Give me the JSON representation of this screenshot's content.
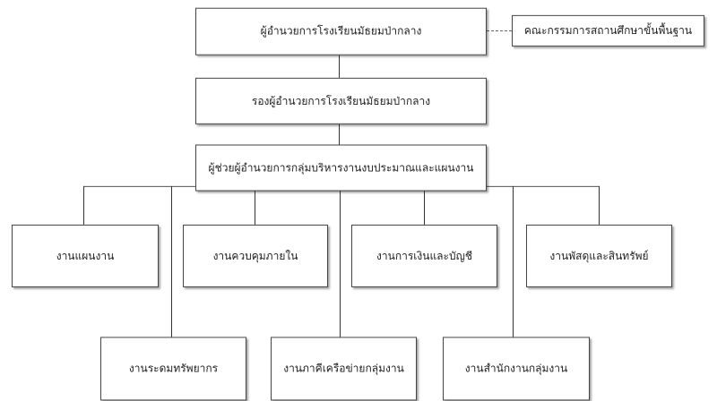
{
  "director": "ผู้อำนวยการโรงเรียนมัธยมป่ากลาง",
  "board": "คณะกรรมการสถานศึกษาขั้นพื้นฐาน",
  "deputy": "รองผู้อำนวยการโรงเรียนมัธยมป่ากลาง",
  "assistant": "ผู้ช่วยผู้อำนวยการกลุ่มบริหารงานงบประมาณและแผนงาน",
  "units": [
    "งานแผนงาน",
    "งานควบคุมภายใน",
    "งานการเงินและบัญชี",
    "งานพัสดุและสินทรัพย์",
    "งานระดมทรัพยากร",
    "งานภาคีเครือข่ายกลุ่มงาน",
    "งานสำนักงานกลุ่มงาน"
  ]
}
